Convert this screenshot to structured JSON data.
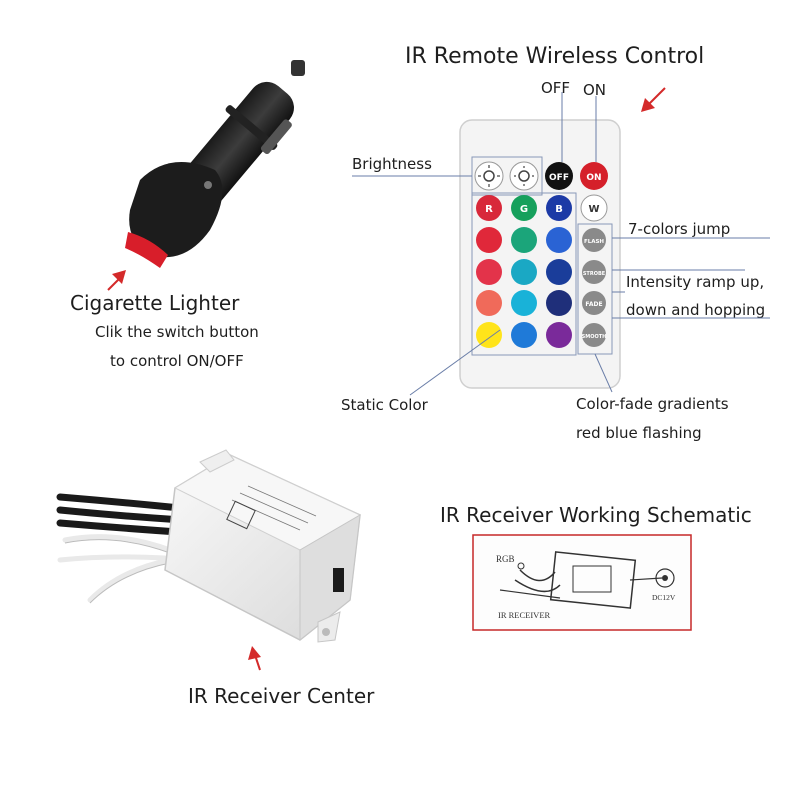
{
  "titles": {
    "remote": "IR Remote Wireless Control",
    "lighter": "Cigarette Lighter",
    "receiver_schematic": "IR Receiver Working Schematic",
    "receiver_center": "IR Receiver Center"
  },
  "lighter_text": {
    "line1": "Clik the switch button",
    "line2": "to control ON/OFF"
  },
  "remote_labels": {
    "off": "OFF",
    "on": "ON",
    "brightness": "Brightness",
    "colors_jump": "7-colors jump",
    "intensity_line1": "Intensity ramp up,",
    "intensity_line2": "down and hopping",
    "static_color": "Static Color",
    "fade_line1": "Color-fade gradients",
    "fade_line2": "red blue flashing"
  },
  "remote_buttons": {
    "off": "OFF",
    "on": "ON",
    "r": "R",
    "g": "G",
    "b": "B",
    "w": "W",
    "flash": "FLASH",
    "strobe": "STROBE",
    "fade": "FADE",
    "smooth": "SMOOTH"
  },
  "schematic": {
    "rgb": "RGB",
    "ir_receiver": "IR RECEIVER",
    "dc": "DC12V"
  },
  "colors": {
    "arrow": "#d42a2a",
    "line": "#6a7ea8",
    "remote_body": "#f4f4f4"
  }
}
